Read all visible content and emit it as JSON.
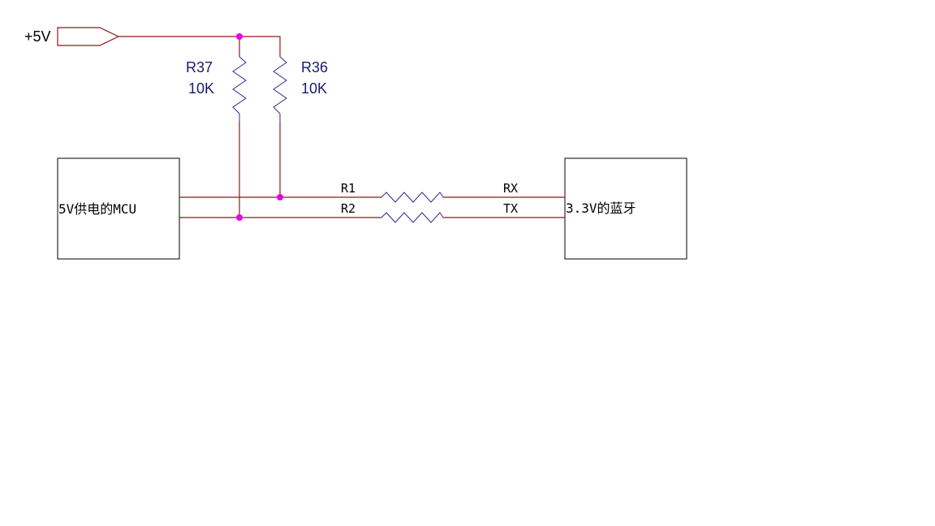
{
  "power": {
    "label": "+5V"
  },
  "resistors": {
    "r37": {
      "ref": "R37",
      "value": "10K"
    },
    "r36": {
      "ref": "R36",
      "value": "10K"
    },
    "r1": {
      "ref": "R1"
    },
    "r2": {
      "ref": "R2"
    }
  },
  "signals": {
    "rx": "RX",
    "tx": "TX"
  },
  "blocks": {
    "mcu": {
      "label": "5V供电的MCU"
    },
    "bluetooth": {
      "label": "3.3V的蓝牙"
    }
  },
  "colors": {
    "wire": "#8b1a1a",
    "resistor": "#2a2a8a",
    "junction": "#e600e6",
    "label": "#1a1a6e"
  }
}
